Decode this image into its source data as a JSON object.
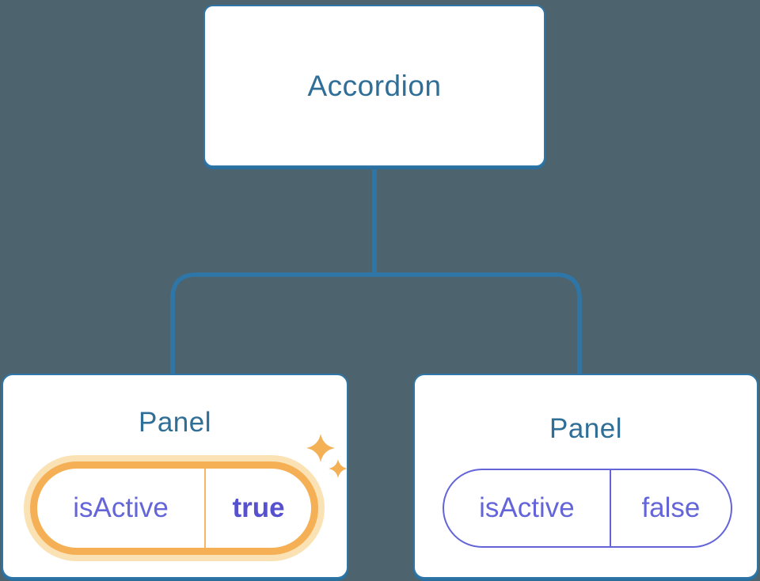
{
  "diagram": {
    "root": {
      "label": "Accordion"
    },
    "panels": [
      {
        "label": "Panel",
        "prop_name": "isActive",
        "prop_value": "true",
        "state": "active",
        "highlighted": true
      },
      {
        "label": "Panel",
        "prop_name": "isActive",
        "prop_value": "false",
        "state": "inactive",
        "highlighted": false
      }
    ]
  },
  "icons": {
    "sparkles": "sparkles-icon"
  },
  "colors": {
    "background": "#4d646e",
    "card_bg": "#ffffff",
    "node_border": "#2e76a8",
    "node_text": "#2f6e96",
    "connector": "#2e76a8",
    "prop_text": "#6565da",
    "prop_value_active_text": "#5551cf",
    "highlight_orange": "#f5b056",
    "highlight_glow": "#fbe2b4",
    "sparkle": "#f4b055"
  }
}
